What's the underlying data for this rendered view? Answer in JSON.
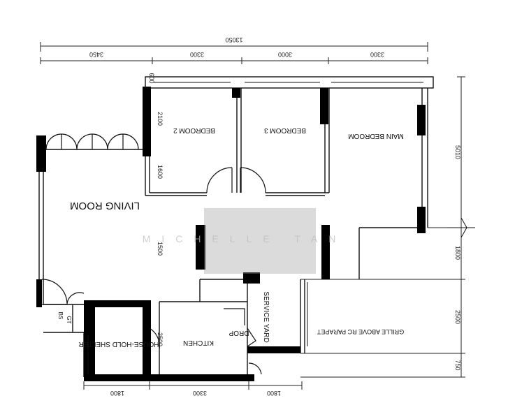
{
  "overall_dimension": "13050",
  "top_dimensions": [
    "3450",
    "3300",
    "3000",
    "3300"
  ],
  "bottom_dimensions": [
    "1800",
    "3300",
    "1800"
  ],
  "right_dimensions": [
    "5010",
    "1800",
    "2500",
    "750"
  ],
  "interior_dimensions": [
    "2100",
    "1600",
    "2500",
    "1500",
    "600"
  ],
  "rooms": {
    "living_room": "LIVING ROOM",
    "bedroom_2": "BEDROOM 2",
    "bedroom_3": "BEDROOM 3",
    "main_bedroom": "MAIN BEDROOM",
    "kitchen": "KITCHEN",
    "service_yard": "SERVICE YARD",
    "household_shelter": "HOUSE-HOLD SHELTER",
    "grille_note": "GRILLE ABOVE RC PARAPET",
    "drop": "DROP",
    "bs": "BS",
    "gt": "GT"
  },
  "watermark": "MICHELLE TAN"
}
